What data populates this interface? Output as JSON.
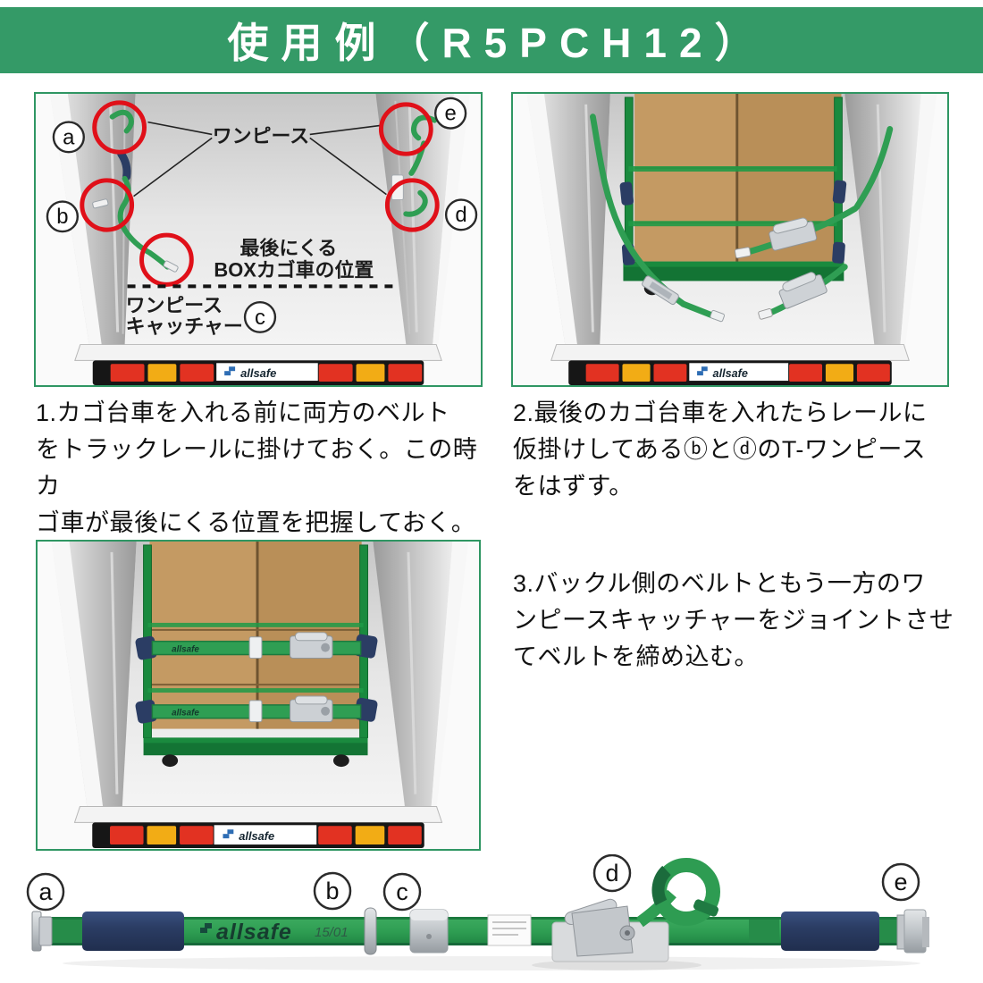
{
  "header": {
    "title": "使用例（R5PCH12）"
  },
  "steps": {
    "step1": "1.カゴ台車を入れる前に両方のベルト\nをトラックレールに掛けておく。この時カ\nゴ車が最後にくる位置を把握しておく。",
    "step2": "2.最後のカゴ台車を入れたらレールに\n仮掛けしてあるⓑとⓓのT-ワンピース\nをはずす。",
    "step3": "3.バックル側のベルトともう一方のワ\nンピースキャッチャーをジョイントさせ\nてベルトを締め込む。"
  },
  "figures": {
    "fig1": {
      "onepiece": "ワンピース",
      "position_line1": "最後にくる",
      "position_line2": "BOXカゴ車の位置",
      "catcher_line1": "ワンピース",
      "catcher_line2": "キャッチャー",
      "label_a": "a",
      "label_b": "b",
      "label_c": "c",
      "label_d": "d",
      "label_e": "e",
      "truck_logo": "allsafe"
    },
    "fig2": {
      "truck_logo": "allsafe"
    },
    "fig3": {
      "truck_logo": "allsafe",
      "strap_print": "allsafe"
    }
  },
  "strap": {
    "label_a": "a",
    "label_b": "b",
    "label_c": "c",
    "label_d": "d",
    "label_e": "e",
    "print_brand": "allsafe",
    "print_code": "15/01"
  },
  "colors": {
    "banner_green": "#349a67",
    "border_green": "#2f9663",
    "circle_red": "#e01019",
    "strap_green": "#2f9e53",
    "sleeve_navy": "#2b3d64",
    "light_red": "#e23222",
    "light_amber": "#f2ac15"
  }
}
